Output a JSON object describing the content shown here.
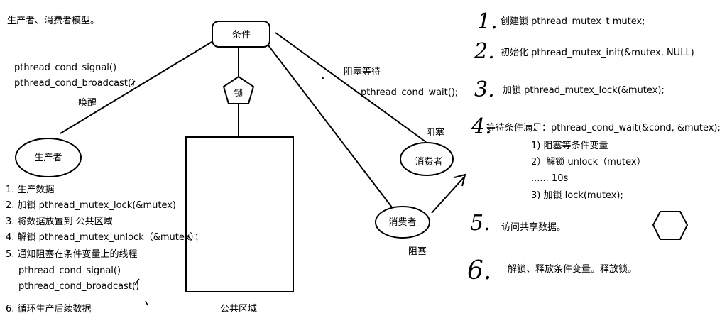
{
  "title": "生产者、消费者模型。",
  "nodes": {
    "condition": "条件",
    "lock": "锁",
    "producer": "生产者",
    "consumer_top": "消费者",
    "consumer_bottom": "消费者",
    "public_area": "公共区域"
  },
  "left_labels": {
    "signal": "pthread_cond_signal()",
    "broadcast": "pthread_cond_broadcast()",
    "wake": "唤醒"
  },
  "right_labels": {
    "block_wait": "阻塞等待",
    "cond_wait": "pthread_cond_wait();",
    "blocked_top": "阻塞",
    "blocked_bottom": "阻塞",
    "dot": "."
  },
  "producer_steps": [
    "1.  生产数据",
    "2. 加锁 pthread_mutex_lock(&mutex)",
    "3. 将数据放置到 公共区域",
    "4. 解锁 pthread_mutex_unlock（&mutex）；",
    "5. 通知阻塞在条件变量上的线程",
    "pthread_cond_signal()",
    "pthread_cond_broadcast()",
    "6. 循环生产后续数据。"
  ],
  "consumer_steps": {
    "numbers": [
      "1.",
      "2.",
      "3.",
      "4.",
      "5.",
      "6."
    ],
    "s1": "创建锁  pthread_mutex_t mutex;",
    "s2": "初始化 pthread_mutex_init(&mutex, NULL)",
    "s3": "加锁 pthread_mutex_lock(&mutex);",
    "s4": "等待条件满足：pthread_cond_wait(&cond, &mutex);",
    "s4a": "1) 阻塞等条件变量",
    "s4b": "2）解锁 unlock（mutex）",
    "s4c": "...... 10s",
    "s4d": "3) 加锁 lock(mutex);",
    "s5": "访问共享数据。",
    "s6": "解锁、释放条件变量。释放锁。"
  }
}
